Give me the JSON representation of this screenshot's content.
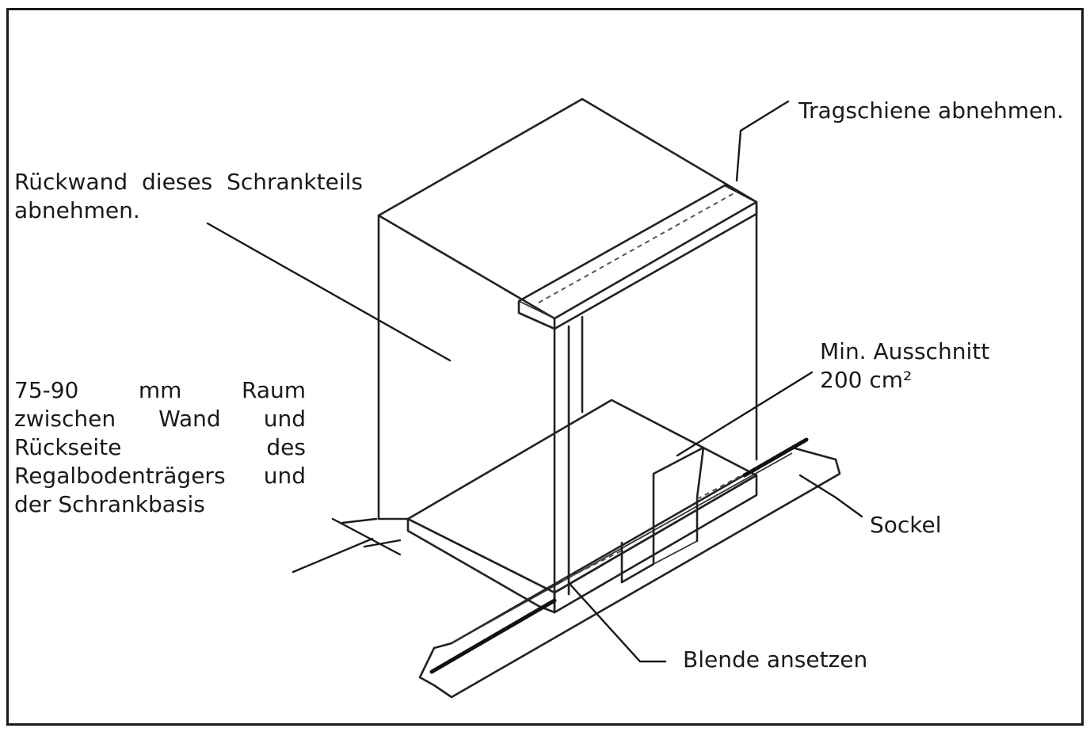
{
  "labels": {
    "rueckwand": "Rückwand dieses Schrankteils abnehmen.",
    "raum": "75-90 mm Raum zwischen Wand und Rückseite des Regalbodenträgers und der Schrankbasis",
    "tragschiene": "Tragschiene abnehmen.",
    "ausschnitt_line1": "Min. Ausschnitt",
    "ausschnitt_line2": "200 cm²",
    "sockel": "Sockel",
    "blende": "Blende ansetzen"
  }
}
